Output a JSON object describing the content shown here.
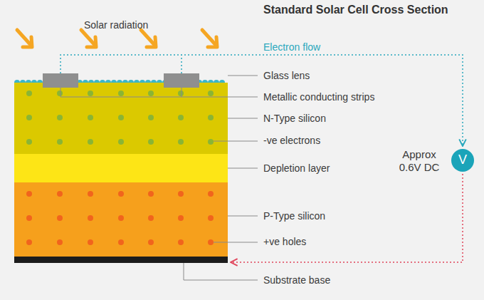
{
  "diagram": {
    "title": "Standard Solar Cell Cross Section",
    "nodes": [
      {
        "text": [
          "V"
        ]
      }
    ],
    "labels": [
      "Solar radiation",
      "Electron flow",
      "Glass lens",
      "Metallic conducting strips",
      "N-Type silicon",
      "-ve electrons",
      "Depletion layer",
      "P-Type silicon",
      "+ve holes",
      "Substrate base",
      "Approx 0.6V DC"
    ]
  }
}
